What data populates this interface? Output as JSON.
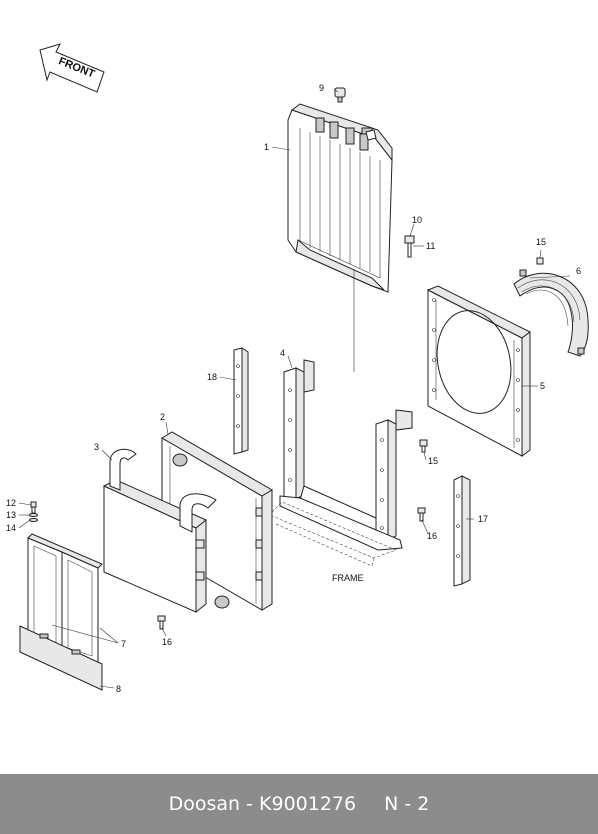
{
  "diagram": {
    "front_label": "FRONT",
    "frame_label": "FRAME",
    "callouts": {
      "c1": "1",
      "c2": "2",
      "c3": "3",
      "c4": "4",
      "c5": "5",
      "c6": "6",
      "c7": "7",
      "c8": "8",
      "c9": "9",
      "c10": "10",
      "c11": "11",
      "c12": "12",
      "c13": "13",
      "c14": "14",
      "c15a": "15",
      "c15b": "15",
      "c16a": "16",
      "c16b": "16",
      "c17": "17",
      "c18": "18"
    }
  },
  "footer": {
    "brand_part": "Doosan - K9001276",
    "page": "N - 2",
    "background": "#8c8c8c"
  }
}
